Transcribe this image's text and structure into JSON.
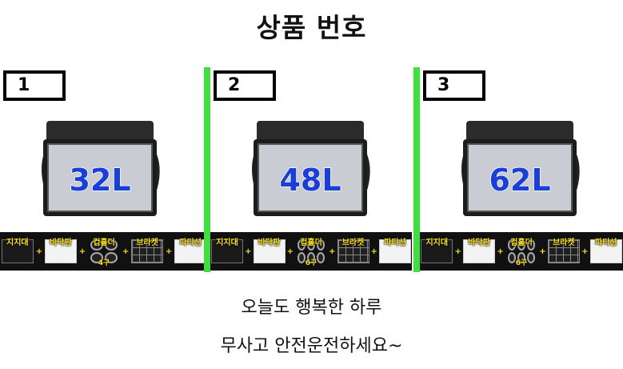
{
  "title": "상품 번호",
  "products": [
    {
      "number": "1",
      "capacity": "32L",
      "cup_count": "4구"
    },
    {
      "number": "2",
      "capacity": "48L",
      "cup_count": "6구"
    },
    {
      "number": "3",
      "capacity": "62L",
      "cup_count": "6구"
    }
  ],
  "accessories": {
    "stand": "지지대",
    "floor_board": "바닥판",
    "cup_holder": "컵홀더",
    "bracket": "브라켓",
    "partition": "파티션",
    "plus": "+"
  },
  "messages": {
    "line1": "오늘도 행복한 하루",
    "line2": "무사고 안전운전하세요~"
  },
  "colors": {
    "divider": "#3ee03e",
    "capacity_text": "#1a3fd6",
    "accessory_text": "#ffe21a"
  }
}
